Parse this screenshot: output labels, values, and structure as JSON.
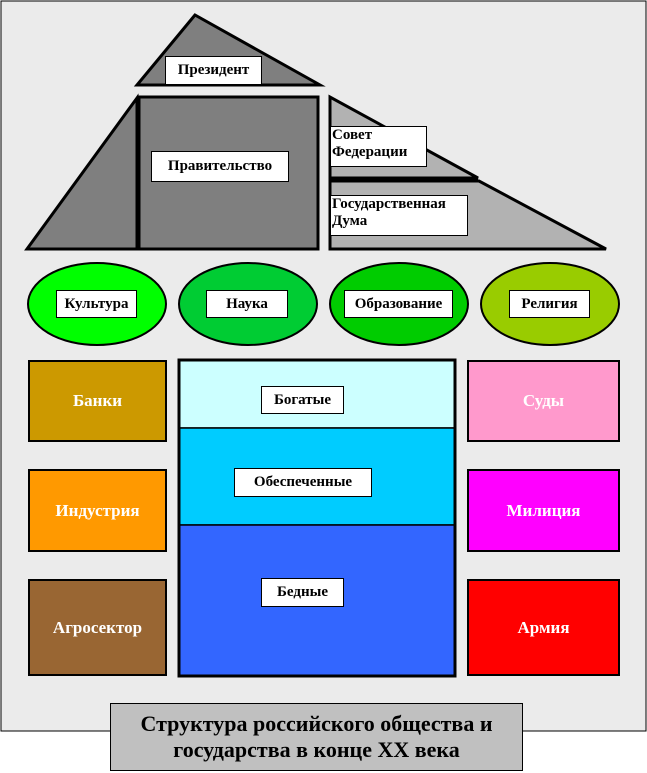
{
  "colors": {
    "page_background": "#ebebeb",
    "dark_gray": "#7f7f7f",
    "light_gray": "#b2b2b2",
    "culture": "#00ff00",
    "science": "#00cc33",
    "education": "#00cc00",
    "religion": "#99cc00",
    "rich": "#ccffff",
    "secure": "#00ccff",
    "poor": "#3366ff",
    "banks": "#cc9900",
    "industry": "#ff9900",
    "agro": "#996633",
    "courts": "#ff99cc",
    "police": "#ff00ff",
    "army": "#ff0000"
  },
  "power": {
    "president": "Президент",
    "government": "Правительство",
    "federation_council": [
      "Совет",
      "Федерации"
    ],
    "state_duma": [
      "Государственная",
      "Дума"
    ]
  },
  "spheres": [
    "Культура",
    "Наука",
    "Образование",
    "Религия"
  ],
  "classes": {
    "rich": "Богатые",
    "secure": "Обеспеченные",
    "poor": "Бедные"
  },
  "economy": [
    "Банки",
    "Индустрия",
    "Агросектор"
  ],
  "security": [
    "Суды",
    "Милиция",
    "Армия"
  ],
  "caption": [
    "Структура российского общества и",
    "государства в конце XX века"
  ]
}
